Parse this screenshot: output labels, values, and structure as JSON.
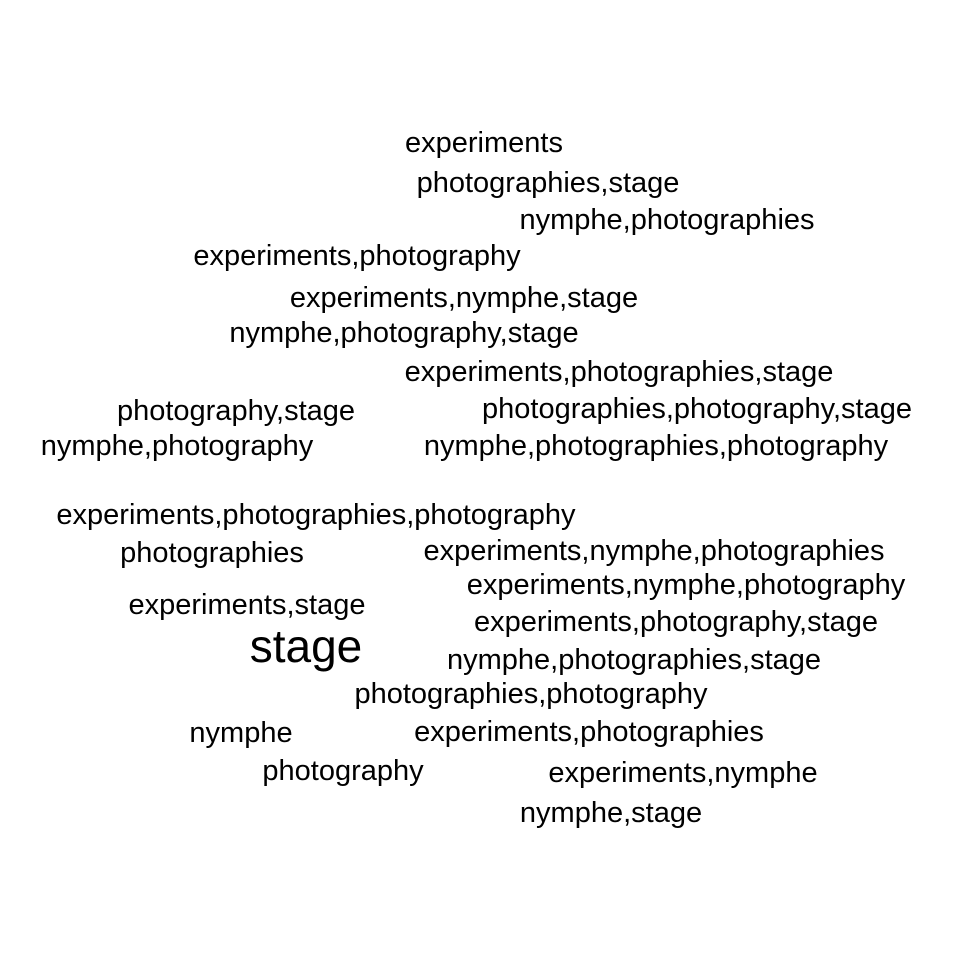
{
  "chart_data": {
    "type": "wordcloud",
    "words": [
      {
        "text": "experiments",
        "weight": 1
      },
      {
        "text": "photographies,stage",
        "weight": 1
      },
      {
        "text": "nymphe,photographies",
        "weight": 1
      },
      {
        "text": "experiments,photography",
        "weight": 1
      },
      {
        "text": "experiments,nymphe,stage",
        "weight": 1
      },
      {
        "text": "nymphe,photography,stage",
        "weight": 1
      },
      {
        "text": "experiments,photographies,stage",
        "weight": 1
      },
      {
        "text": "photography,stage",
        "weight": 1
      },
      {
        "text": "photographies,photography,stage",
        "weight": 1
      },
      {
        "text": "nymphe,photography",
        "weight": 1
      },
      {
        "text": "nymphe,photographies,photography",
        "weight": 1
      },
      {
        "text": "experiments,photographies,photography",
        "weight": 1
      },
      {
        "text": "photographies",
        "weight": 1
      },
      {
        "text": "experiments,nymphe,photographies",
        "weight": 1
      },
      {
        "text": "experiments,nymphe,photography",
        "weight": 1
      },
      {
        "text": "experiments,stage",
        "weight": 1
      },
      {
        "text": "experiments,photography,stage",
        "weight": 1
      },
      {
        "text": "stage",
        "weight": 2
      },
      {
        "text": "nymphe,photographies,stage",
        "weight": 1
      },
      {
        "text": "photographies,photography",
        "weight": 1
      },
      {
        "text": "nymphe",
        "weight": 1
      },
      {
        "text": "experiments,photographies",
        "weight": 1
      },
      {
        "text": "photography",
        "weight": 1
      },
      {
        "text": "experiments,nymphe",
        "weight": 1
      },
      {
        "text": "nymphe,stage",
        "weight": 1
      }
    ]
  },
  "colors": {
    "text": "#000000",
    "background": "#ffffff"
  }
}
